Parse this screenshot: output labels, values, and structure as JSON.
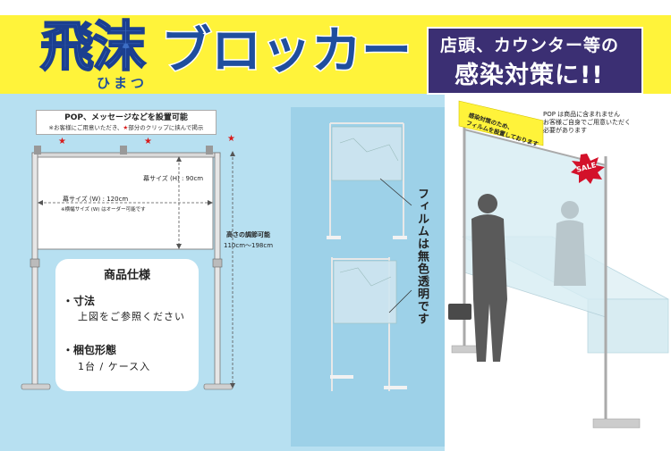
{
  "header": {
    "title_kanji": "飛沫",
    "title_kana": "ブロッカー",
    "furigana": "ひまつ",
    "tagline_line1": "店頭、カウンター等の",
    "tagline_line2": "感染対策に!!"
  },
  "diagram": {
    "pop_title": "POP、メッセージなどを設置可能",
    "pop_note_prefix": "※お客様にご用意いただき、",
    "pop_note_suffix": "部分のクリップに挟んで掲示",
    "star": "★",
    "height_label": "幕サイズ (H) : 90cm",
    "width_label": "幕サイズ (W) : 120cm",
    "width_note": "※横幅サイズ (W) はオーダー可能です",
    "adjust_label": "高さの調節可能",
    "adjust_range": "110cm〜198cm"
  },
  "spec": {
    "title": "商品仕様",
    "item1_label": "・寸法",
    "item1_value": "上図をご参照ください",
    "item2_label": "・梱包形態",
    "item2_value": "1台 / ケース入"
  },
  "middle": {
    "vertical_text": "フィルムは無色透明です"
  },
  "right": {
    "yellow_pop_line1": "感染対策のため、",
    "yellow_pop_line2": "フィルムを設置しております",
    "pop_note_line1": "POP は商品に含まれません",
    "pop_note_line2": "お客様ご自身でご用意いただく",
    "pop_note_line3": "必要があります",
    "sale_text": "SALE"
  },
  "colors": {
    "yellow": "#fff33a",
    "light_blue": "#b7e0f1",
    "title_blue": "#1f4e9e",
    "purple": "#3b2f73",
    "star_red": "#d81b1b",
    "sale_red": "#d3112a"
  }
}
